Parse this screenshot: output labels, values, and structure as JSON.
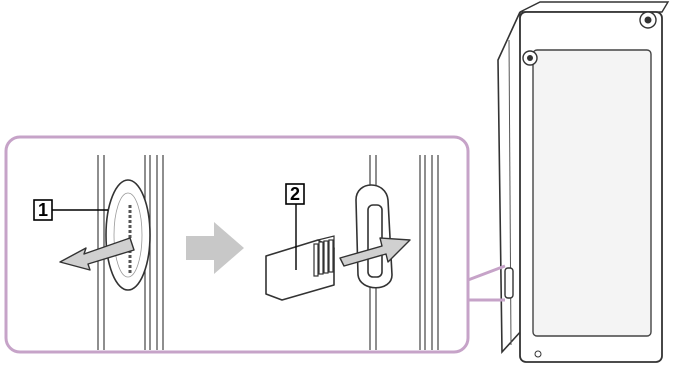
{
  "figure": {
    "steps": [
      {
        "number": "1",
        "action": "open-card-slot-cover"
      },
      {
        "number": "2",
        "action": "insert-microsd-card"
      }
    ],
    "colors": {
      "callout_outline": "#c6a3c8",
      "device_outline": "#333333",
      "action_arrow_fill": "#d0d0d0",
      "flow_arrow_fill": "#c8c8c8",
      "card_fill": "#ffffff",
      "screen_fill": "#f4f4f4"
    },
    "icons": {
      "step1_arrow": "left-pull-arrow",
      "flow_arrow": "right-arrow",
      "step2_arrow": "right-push-arrow",
      "card": "microsd-card"
    }
  }
}
